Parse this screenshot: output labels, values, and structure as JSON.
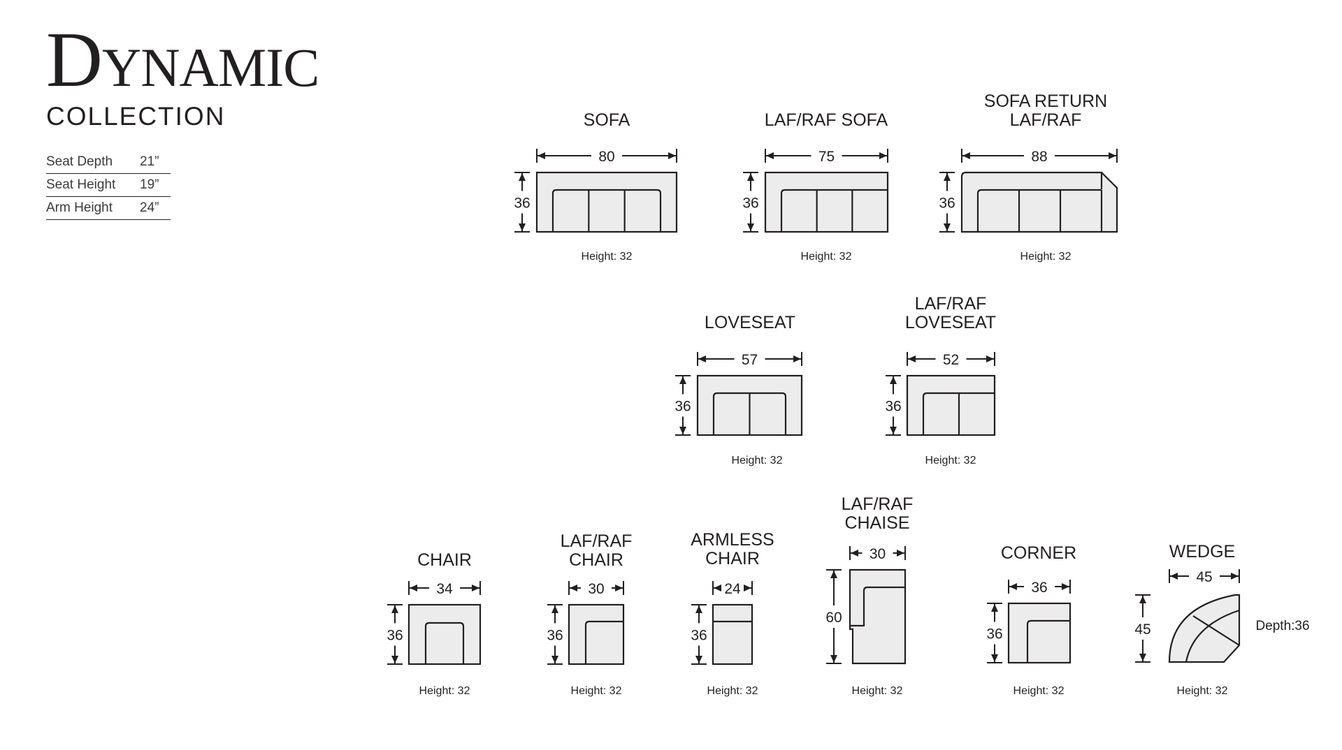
{
  "brand": {
    "title": "Dynamic",
    "subtitle": "COLLECTION"
  },
  "specs": [
    {
      "label": "Seat Depth",
      "value": "21”"
    },
    {
      "label": "Seat Height",
      "value": "19”"
    },
    {
      "label": "Arm Height",
      "value": "24”"
    }
  ],
  "pieces": [
    {
      "id": "sofa",
      "title": [
        "SOFA"
      ],
      "width": "80",
      "depth": "36",
      "height": "Height: 32"
    },
    {
      "id": "laf-raf-sofa",
      "title": [
        "LAF/RAF  SOFA"
      ],
      "width": "75",
      "depth": "36",
      "height": "Height: 32"
    },
    {
      "id": "sofa-return",
      "title": [
        "SOFA RETURN",
        "LAF/RAF"
      ],
      "width": "88",
      "depth": "36",
      "height": "Height: 32"
    },
    {
      "id": "loveseat",
      "title": [
        "LOVESEAT"
      ],
      "width": "57",
      "depth": "36",
      "height": "Height: 32"
    },
    {
      "id": "laf-raf-loveseat",
      "title": [
        "LAF/RAF",
        "LOVESEAT"
      ],
      "width": "52",
      "depth": "36",
      "height": "Height: 32"
    },
    {
      "id": "chair",
      "title": [
        "CHAIR"
      ],
      "width": "34",
      "depth": "36",
      "height": "Height: 32"
    },
    {
      "id": "laf-raf-chair",
      "title": [
        "LAF/RAF",
        "CHAIR"
      ],
      "width": "30",
      "depth": "36",
      "height": "Height: 32"
    },
    {
      "id": "armless-chair",
      "title": [
        "ARMLESS",
        "CHAIR"
      ],
      "width": "24",
      "depth": "36",
      "height": "Height: 32"
    },
    {
      "id": "laf-raf-chaise",
      "title": [
        "LAF/RAF",
        "CHAISE"
      ],
      "width": "30",
      "depth": "60",
      "height": "Height: 32"
    },
    {
      "id": "corner",
      "title": [
        "CORNER"
      ],
      "width": "36",
      "depth": "36",
      "height": "Height: 32"
    },
    {
      "id": "wedge",
      "title": [
        "WEDGE"
      ],
      "width": "45",
      "depth": "45",
      "extra": "Depth:36",
      "height": "Height: 32"
    }
  ]
}
